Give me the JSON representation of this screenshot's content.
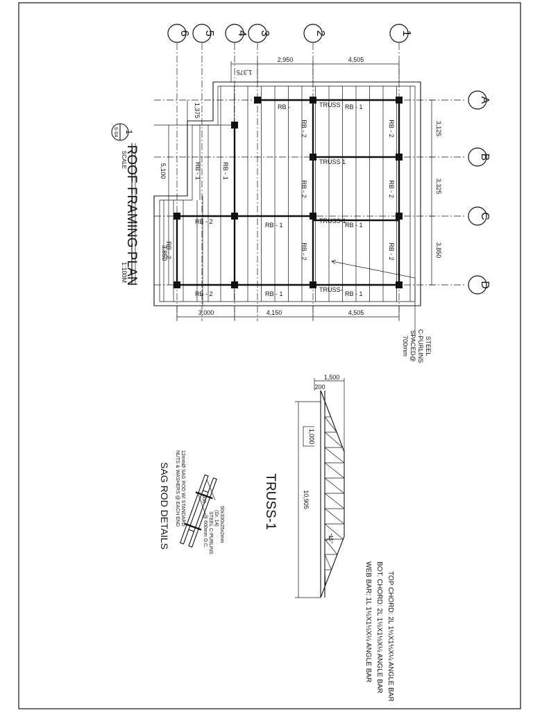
{
  "plan": {
    "title": "ROOF FRAMING PLAN",
    "scale": "1:100M",
    "callout_number": "1",
    "callout_sheet": "S-04",
    "callout_scale_word": "SCALE",
    "axes_top": [
      "6",
      "5",
      "4",
      "3",
      "2",
      "1"
    ],
    "axes_side": [
      "A",
      "B",
      "C",
      "D"
    ],
    "dims_top": [
      "2,950",
      "4,505"
    ],
    "dim_small_top": "1,375",
    "dim_small_side": "1,375",
    "dims_side": [
      "3,125",
      "3,325",
      "3,850"
    ],
    "dims_bottom": [
      "3,000",
      "4,150",
      "4,505"
    ],
    "dim_left": "5,100",
    "dim_ext_left": "3,850",
    "labels": {
      "truss": "TRUSS",
      "truss1": "TRUSS 1",
      "truss_1": "TRUSS-1",
      "truss_dash": "TRUSS-",
      "rb": "RB -",
      "rb1": "RB - 1",
      "rb2": "RB - 2"
    },
    "purlins_note": [
      "STEEL",
      "C-PURLINS",
      "SPACED@",
      "700mm"
    ]
  },
  "truss": {
    "title": "TRUSS-1",
    "dim_total": "10,905",
    "dim_height": "1,500",
    "dim_end": "200",
    "dim_panel": "1,000",
    "angle": "15°",
    "notes": [
      "TOP CHORD: 2L 1½X1½X¼ ANGLE BAR",
      "BOT. CHORD: 2L 1½X1½X¼ ANGLE BAR",
      "WEB BAR: 1L 1½X1½X¼ ANGLE BAR"
    ]
  },
  "sagrod": {
    "title": "SAG ROD DETAILS",
    "note1": [
      "12mmØ SAG ROD W/ STANDARD",
      "NUTS & WASHERS @ EACH END"
    ],
    "note2": [
      "50x100x25x2mm",
      "(Gr. 14)",
      "STEEL C-PURLINS",
      "@ 600mm O.C."
    ],
    "dim": "600"
  }
}
